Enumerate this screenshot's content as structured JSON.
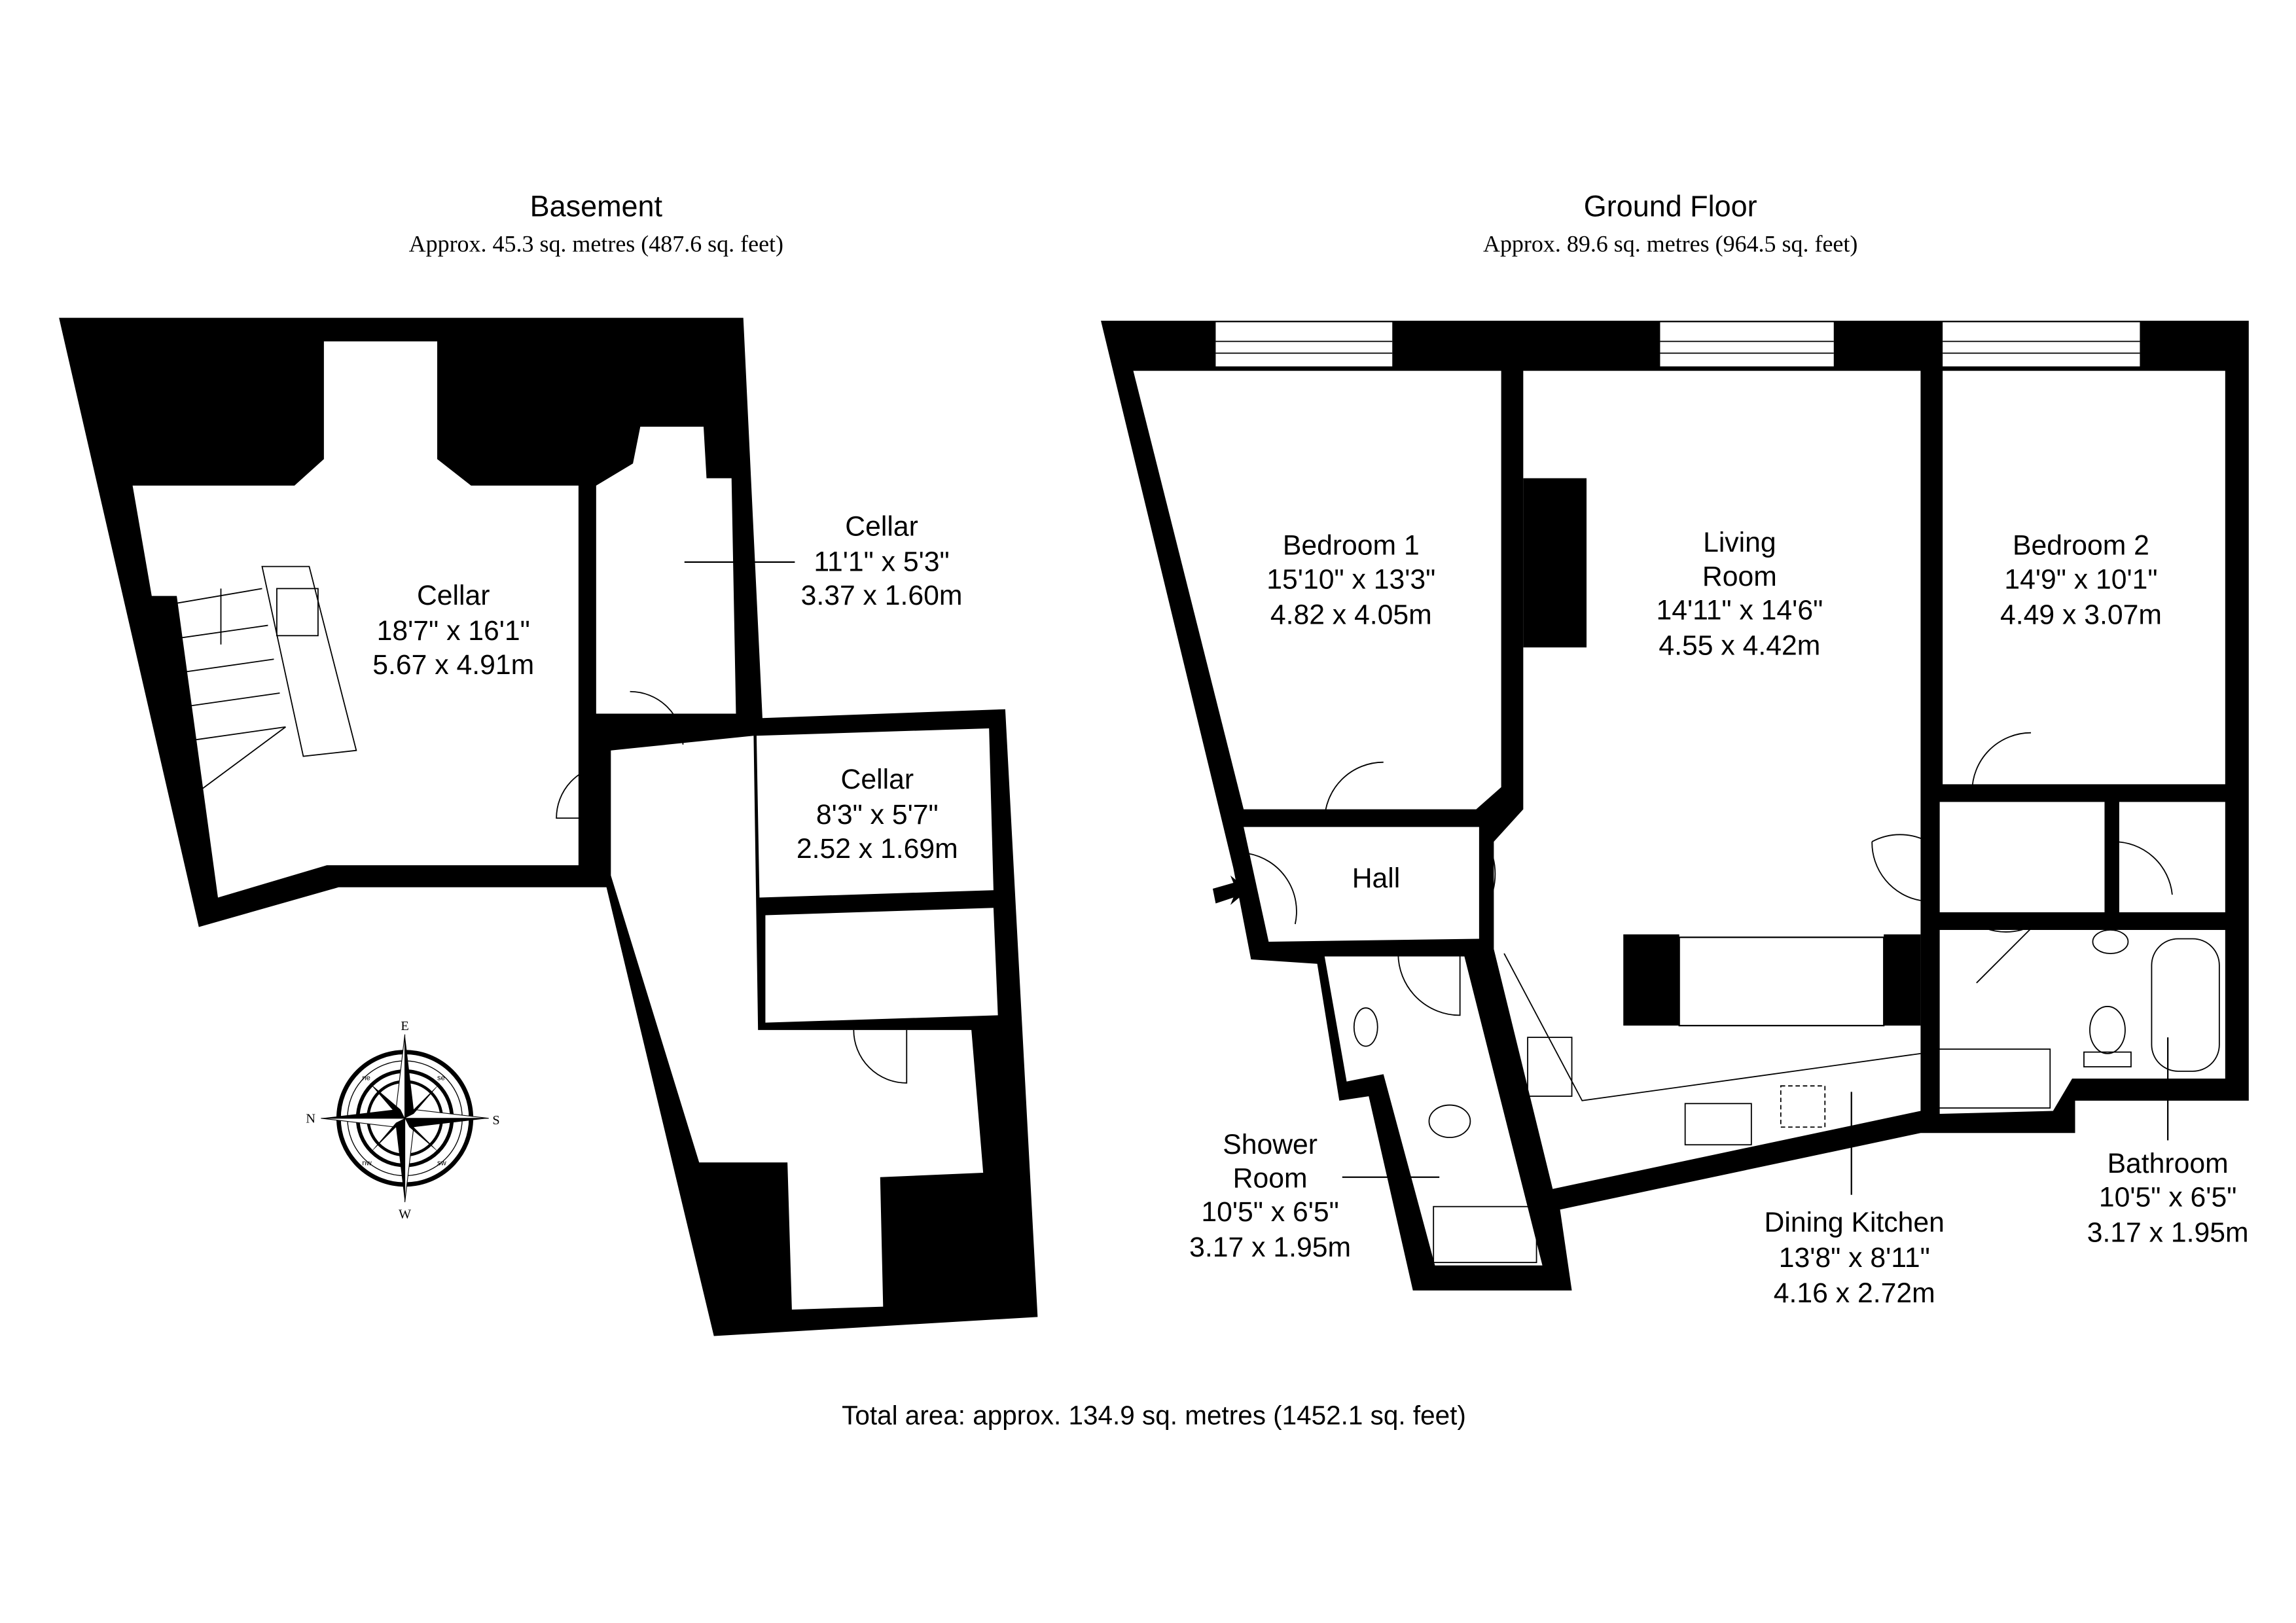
{
  "basement": {
    "title": "Basement",
    "area": "Approx. 45.3 sq. metres (487.6 sq. feet)",
    "rooms": [
      {
        "name": "Cellar",
        "imperial": "18'7\" x 16'1\"",
        "metric": "5.67 x 4.91m"
      },
      {
        "name": "Cellar",
        "imperial": "11'1\" x 5'3\"",
        "metric": "3.37 x 1.60m"
      },
      {
        "name": "Cellar",
        "imperial": "8'3\" x 5'7\"",
        "metric": "2.52 x 1.69m"
      }
    ]
  },
  "ground_floor": {
    "title": "Ground Floor",
    "area": "Approx. 89.6 sq. metres (964.5 sq. feet)",
    "rooms": [
      {
        "name": "Bedroom 1",
        "imperial": "15'10\" x 13'3\"",
        "metric": "4.82 x 4.05m"
      },
      {
        "name_line1": "Living",
        "name_line2": "Room",
        "imperial": "14'11\" x 14'6\"",
        "metric": "4.55 x 4.42m"
      },
      {
        "name": "Bedroom 2",
        "imperial": "14'9\" x 10'1\"",
        "metric": "4.49 x 3.07m"
      },
      {
        "name": "Hall"
      },
      {
        "name_line1": "Shower",
        "name_line2": "Room",
        "imperial": "10'5\" x 6'5\"",
        "metric": "3.17 x 1.95m"
      },
      {
        "name": "Dining Kitchen",
        "imperial": "13'8\" x 8'11\"",
        "metric": "4.16 x 2.72m"
      },
      {
        "name": "Bathroom",
        "imperial": "10'5\" x 6'5\"",
        "metric": "3.17 x 1.95m"
      }
    ]
  },
  "compass": {
    "n": "N",
    "e": "E",
    "s": "S",
    "w": "W",
    "ne": "ne",
    "se": "se",
    "sw": "sw",
    "nw": "nw"
  },
  "total_area": "Total area: approx. 134.9 sq. metres (1452.1 sq. feet)"
}
